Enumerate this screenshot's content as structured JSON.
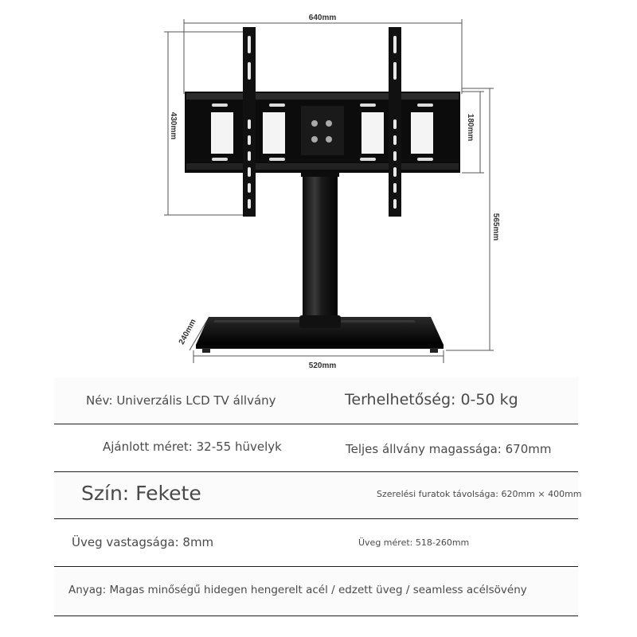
{
  "dimensions": {
    "width_top": "640mm",
    "height_bracket": "430mm",
    "height_plate": "180mm",
    "height_total": "565mm",
    "depth_base": "240mm",
    "width_base": "520mm"
  },
  "specs": {
    "name": "Név: Univerzális LCD TV állvány",
    "load": "Terhelhetőség: 0-50 kg",
    "recommended_size": "Ajánlott méret: 32-55 hüvelyk",
    "total_height": "Teljes állvány magassága: 670mm",
    "color": "Szín: Fekete",
    "mounting_holes": "Szerelési furatok távolsága: 620mm × 400mm",
    "glass_thickness": "Üveg vastagsága: 8mm",
    "glass_size": "Üveg méret: 518-260mm",
    "material": "Anyag: Magas minőségű hidegen hengerelt acél / edzett üveg / seamless acélsövény"
  }
}
